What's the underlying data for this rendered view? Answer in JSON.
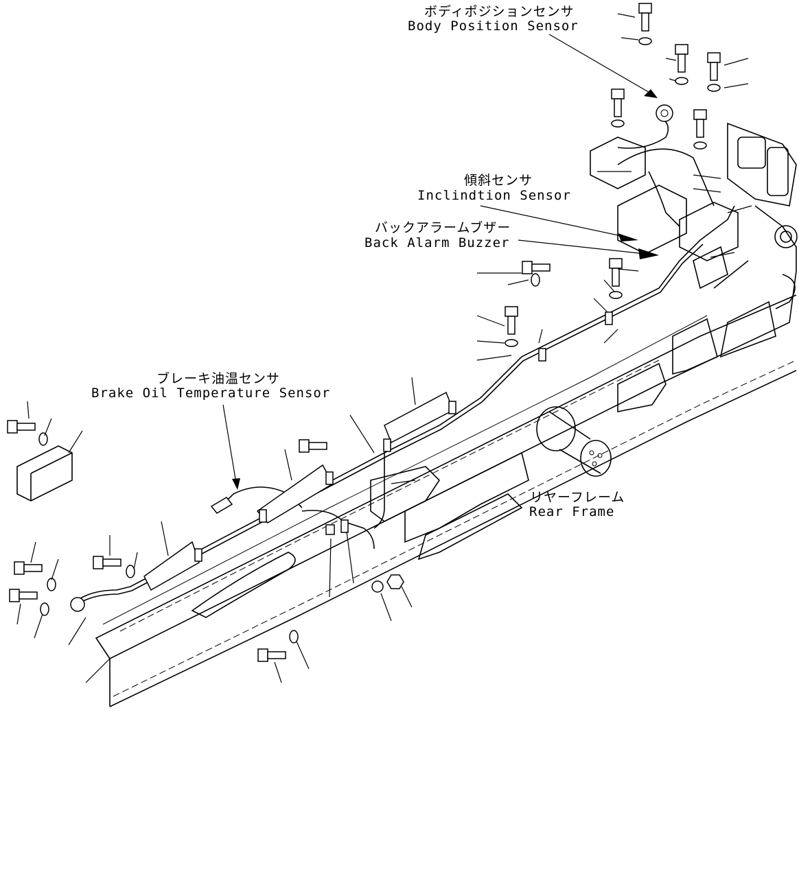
{
  "labels": {
    "body_position_sensor": {
      "jp": "ボディポジションセンサ",
      "en": "Body Position Sensor"
    },
    "inclination_sensor": {
      "jp": "傾斜センサ",
      "en": "Inclindtion Sensor"
    },
    "back_alarm_buzzer": {
      "jp": "バックアラームブザー",
      "en": "Back Alarm Buzzer"
    },
    "brake_oil_temp_sensor": {
      "jp": "ブレーキ油温センサ",
      "en": "Brake Oil Temperature Sensor"
    },
    "rear_frame": {
      "jp": "リヤーフレーム",
      "en": "Rear Frame"
    }
  }
}
